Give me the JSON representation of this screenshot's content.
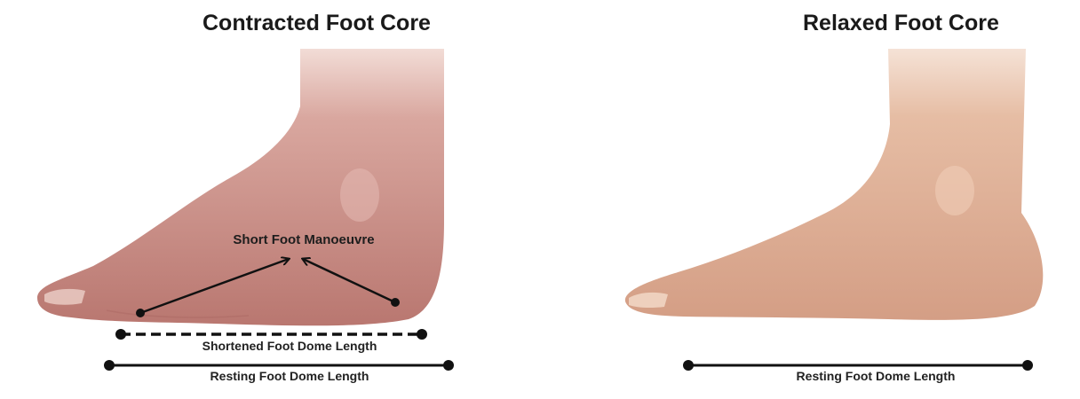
{
  "left_panel": {
    "title": "Contracted Foot Core",
    "manoeuvre_label": "Short Foot Manoeuvre",
    "shortened_label": "Shortened Foot Dome Length",
    "resting_label": "Resting Foot Dome Length"
  },
  "right_panel": {
    "title": "Relaxed Foot Core",
    "resting_label": "Resting Foot Dome Length"
  },
  "colors": {
    "skin_contracted": "#c98a84",
    "skin_relaxed": "#e2b39a",
    "annotation": "#111111"
  }
}
